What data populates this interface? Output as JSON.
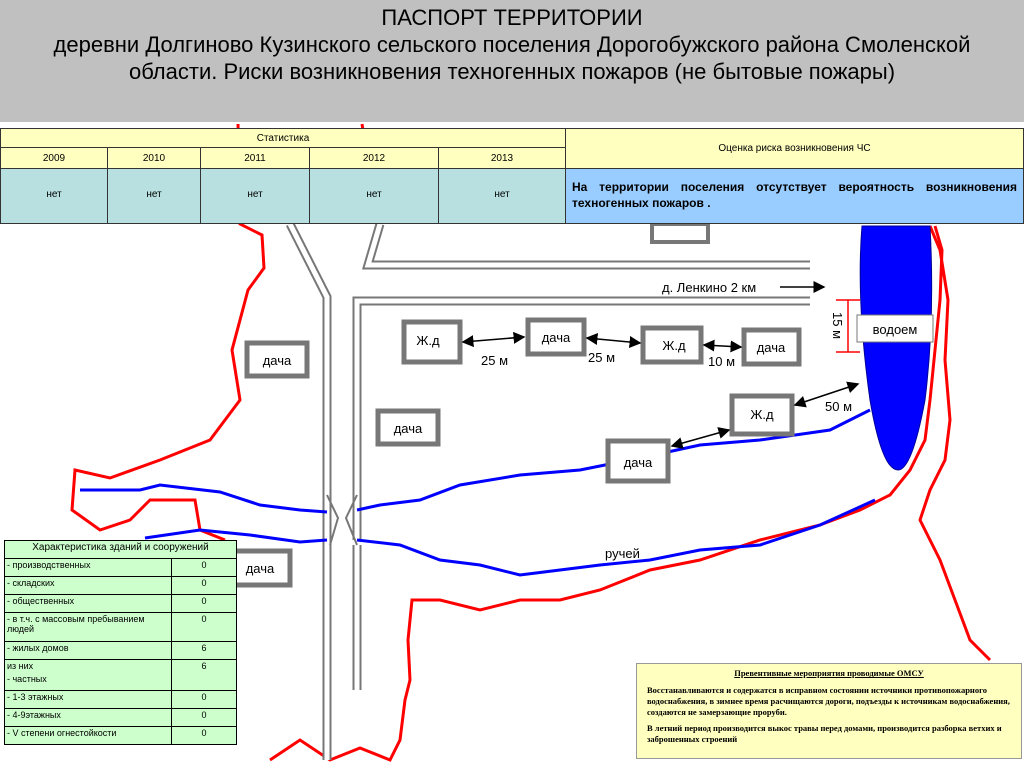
{
  "title": {
    "line1": "ПАСПОРТ ТЕРРИТОРИИ",
    "line2": "деревни Долгиново Кузинского сельского поселения  Дорогобужского района Смоленской области. Риски возникновения техногенных пожаров (не бытовые пожары)"
  },
  "statistics": {
    "header": "Статистика",
    "years": [
      "2009",
      "2010",
      "2011",
      "2012",
      "2013"
    ],
    "values": [
      "нет",
      "нет",
      "нет",
      "нет",
      "нет"
    ],
    "risk_header": "Оценка риска возникновения ЧС",
    "risk_text": "На территории поселения отсутствует вероятность возникновения техногенных пожаров ."
  },
  "map": {
    "buildings": [
      "дача",
      "дача",
      "дача",
      "Ж.д",
      "дача",
      "Ж.д",
      "дача",
      "Ж.д",
      "дача"
    ],
    "distances": [
      "25 м",
      "25 м",
      "10 м",
      "50 м",
      "15 м"
    ],
    "direction": "д. Ленкино 2 км",
    "pond": "водоем",
    "stream": "ручей"
  },
  "buildings_table": {
    "header": "Характеристика зданий и сооружений",
    "rows": [
      {
        "label": "- производственных",
        "value": "0"
      },
      {
        "label": "- складских",
        "value": "0"
      },
      {
        "label": "- общественных",
        "value": "0"
      },
      {
        "label": "- в т.ч. с массовым пребыванием людей",
        "value": "0"
      },
      {
        "label": "- жилых домов",
        "value": "6"
      },
      {
        "label": "из них",
        "label2": "- частных",
        "value": "6"
      },
      {
        "label": "- 1-3 этажных",
        "value": "0"
      },
      {
        "label": "- 4-9этажных",
        "value": "0"
      },
      {
        "label": "- V степени огнестойкости",
        "value": "0"
      }
    ]
  },
  "preventive": {
    "header": "Превентивные мероприятия проводимые ОМСУ",
    "p1": "Восстанавливаются и содержатся в исправном состоянии источники противопожарного водоснабжения, в зимнее время расчищаются дороги, подъезды к источникам водоснабжения, создаются не замерзающие проруби.",
    "p2": "В летний период производится выкос травы перед домами, производится разборка ветхих и заброшенных строений"
  },
  "colors": {
    "boundary": "#ff0000",
    "water": "#0000ff",
    "road": "#777777",
    "title_bg": "#c0c0c0"
  }
}
